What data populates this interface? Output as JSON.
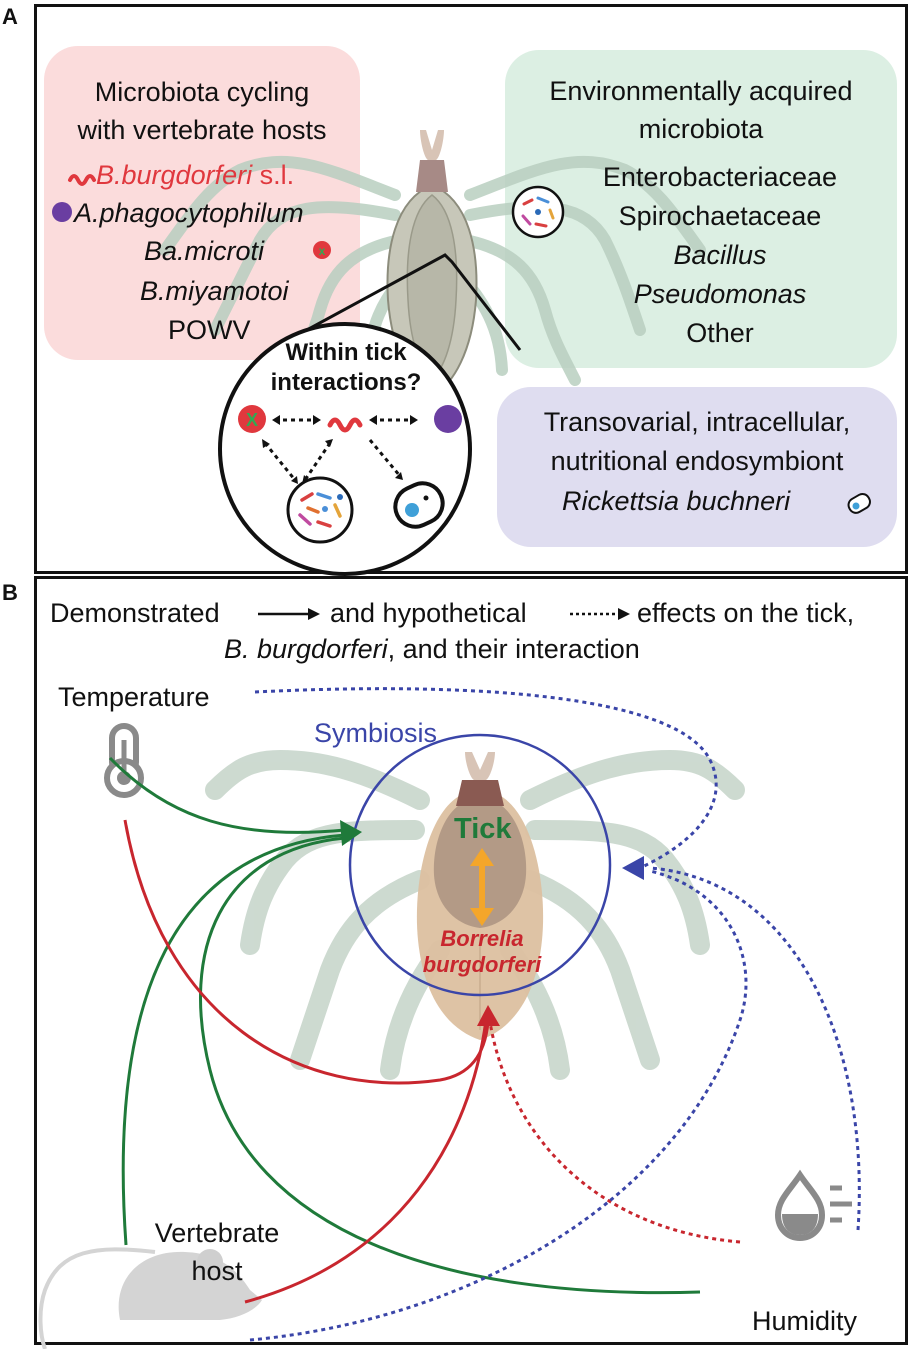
{
  "panel_a": {
    "label": "A",
    "left_box": {
      "title_line1": "Microbiota cycling",
      "title_line2": "with vertebrate hosts",
      "item1_species": "B.burgdorferi",
      "item1_suffix": "s.l.",
      "item2": "A.phagocytophilum",
      "item3": "Ba.microti",
      "item4": "B.miyamotoi",
      "item5": "POWV",
      "fill": "#fbdcdc",
      "accent": "#e0383e"
    },
    "right_box": {
      "title_line1": "Environmentally acquired",
      "title_line2": "microbiota",
      "items": [
        "Enterobacteriaceae",
        "Spirochaetaceae",
        "Bacillus",
        "Pseudomonas",
        "Other"
      ],
      "fill": "#dcefe3"
    },
    "purple_box": {
      "line1": "Transovarial, intracellular,",
      "line2": "nutritional endosymbiont",
      "species": "Rickettsia buchneri",
      "fill": "#dfddf0"
    },
    "circle": {
      "line1": "Within tick",
      "line2": "interactions?"
    }
  },
  "panel_b": {
    "label": "B",
    "header_part1": "Demonstrated",
    "header_part2": "and hypothetical",
    "header_part3": "effects on the tick,",
    "header_line2_italic": "B. burgdorferi",
    "header_line2_rest": ", and their interaction",
    "temperature": "Temperature",
    "symbiosis": "Symbiosis",
    "tick": "Tick",
    "borrelia_line1": "Borrelia",
    "borrelia_line2": "burgdorferi",
    "vertebrate_line1": "Vertebrate",
    "vertebrate_line2": "host",
    "humidity": "Humidity"
  },
  "colors": {
    "green": "#1f7a3a",
    "red": "#c8262e",
    "blue": "#3a45a8",
    "orange": "#f4a62a",
    "tick_body": "#dcc0a0",
    "grey_icon": "#8a8a8a"
  }
}
